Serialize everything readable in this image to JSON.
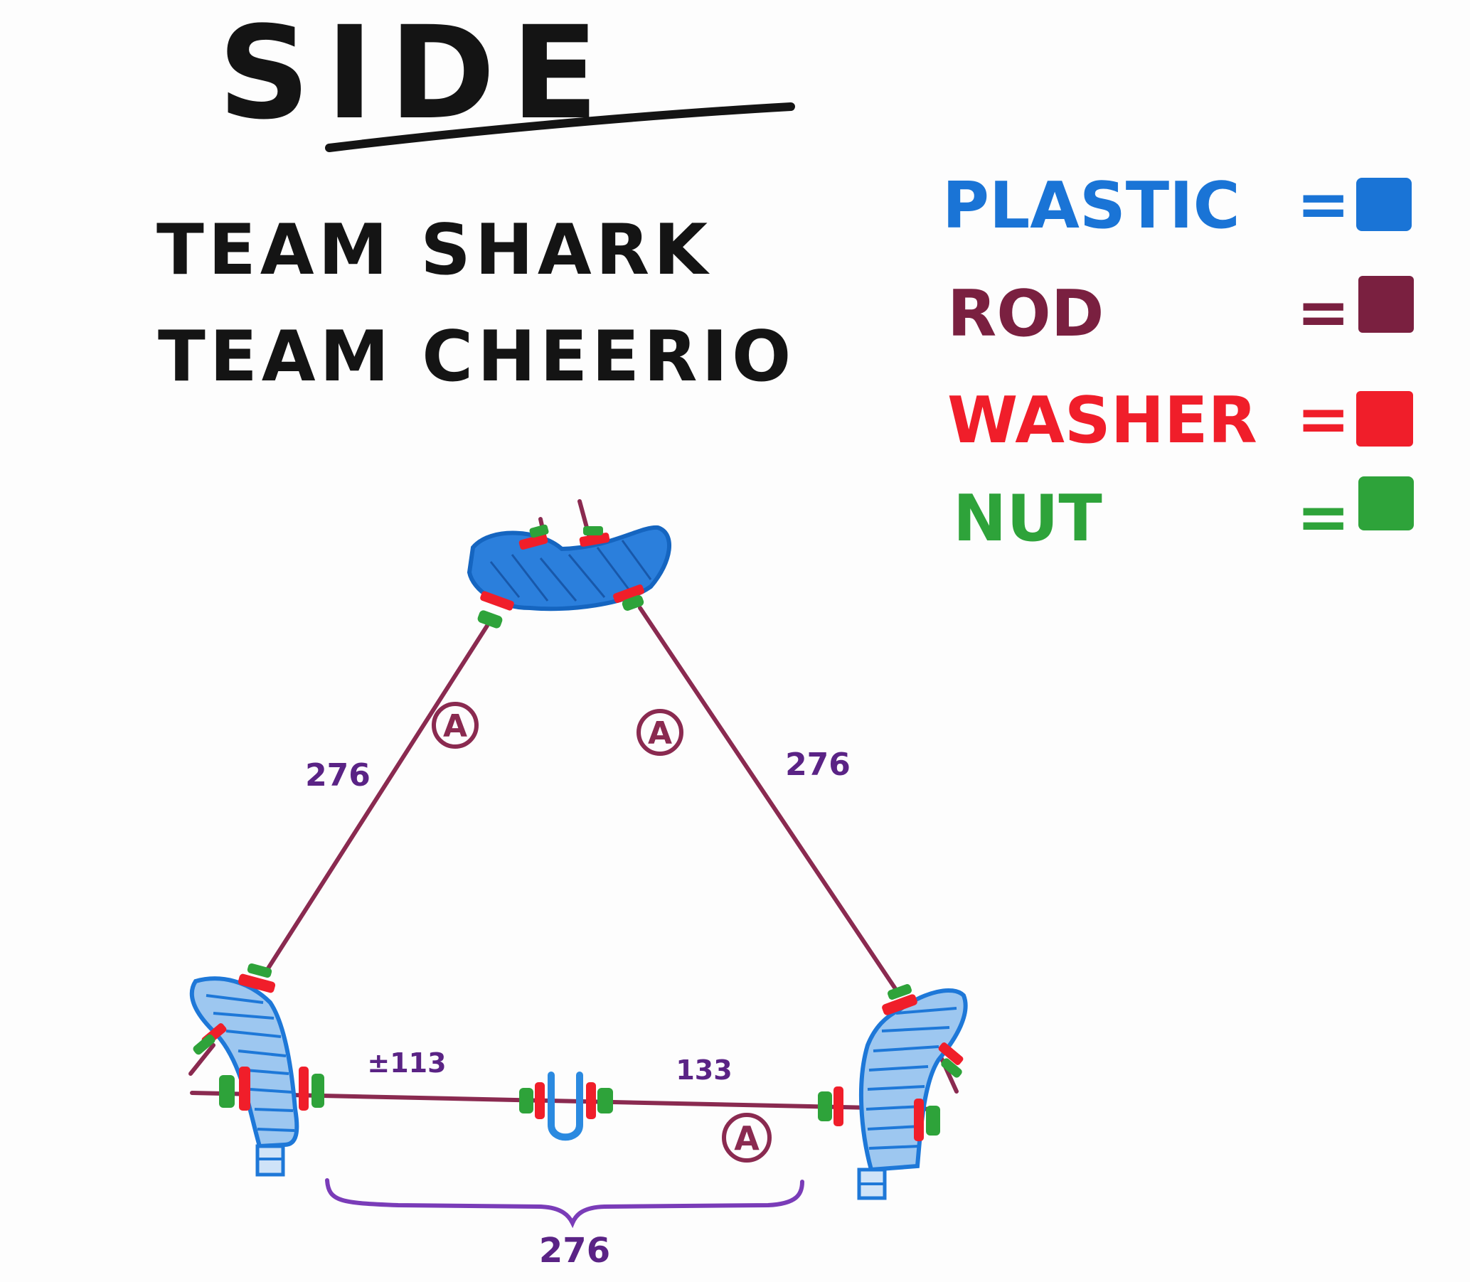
{
  "title": "SIDE",
  "teams": [
    "TEAM SHARK",
    "TEAM CHEERIO"
  ],
  "legend": [
    {
      "label": "PLASTIC",
      "color": "#1a74d6"
    },
    {
      "label": "ROD",
      "color": "#7a2040"
    },
    {
      "label": "WASHER",
      "color": "#f01e2a"
    },
    {
      "label": "NUT",
      "color": "#2ea33a"
    }
  ],
  "legend_sep": "=",
  "measurements": {
    "left_rod": "276",
    "right_rod": "276",
    "bottom_left": "±113",
    "bottom_right": "133",
    "bottom_total": "276"
  },
  "rod_markers": {
    "left": "A",
    "right": "A",
    "bottom": "A"
  },
  "ink": {
    "black": "#141414",
    "purple": "#5a2385",
    "brace": "#7a3cb8"
  }
}
